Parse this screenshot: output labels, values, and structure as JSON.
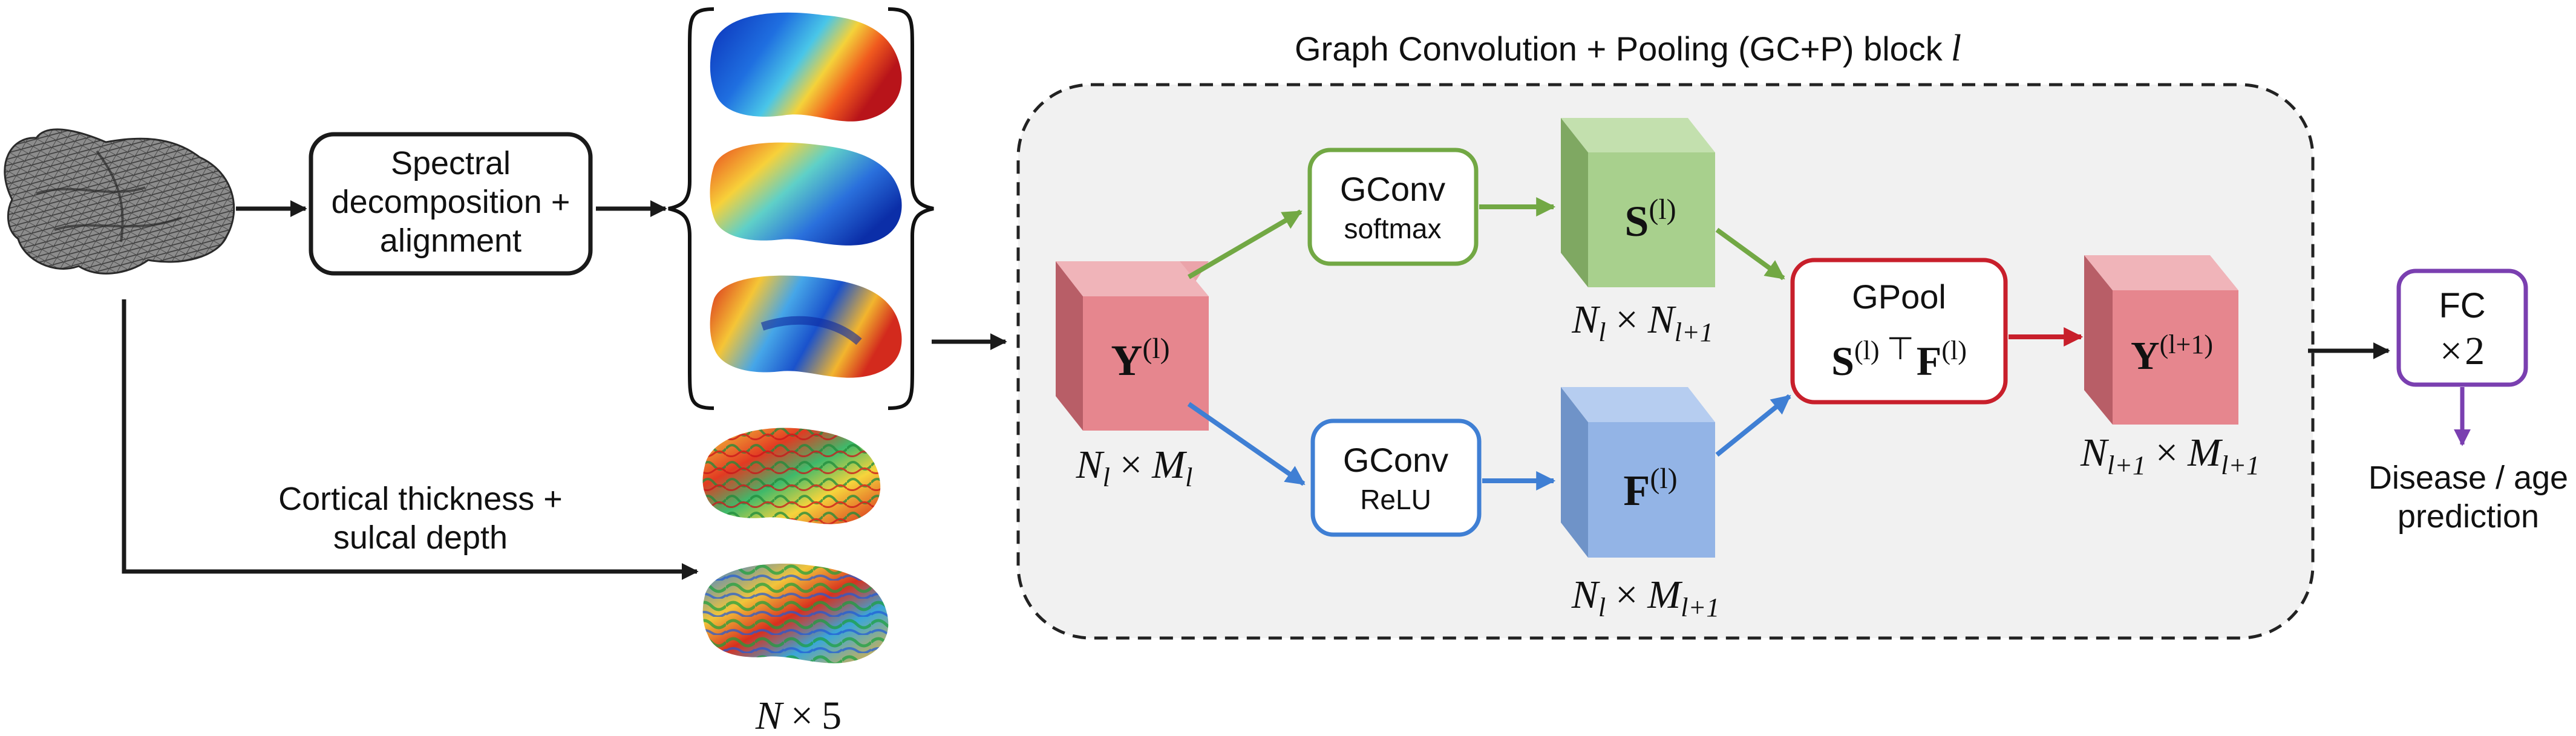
{
  "block_title": "Graph Convolution + Pooling (GC+P) block",
  "block_index": "l",
  "spectral_box": {
    "lines": [
      "Spectral",
      "decomposition +",
      "alignment"
    ]
  },
  "thickness_label": {
    "lines": [
      "Cortical thickness +",
      "sulcal depth"
    ]
  },
  "n_by_5": {
    "n": "N",
    "times": "×",
    "five": "5"
  },
  "gconv_top": {
    "title": "GConv",
    "activation": "softmax"
  },
  "gconv_bottom": {
    "title": "GConv",
    "activation": "ReLU"
  },
  "gpool": {
    "title": "GPool"
  },
  "cube_y": {
    "letter": "Y",
    "sup": "(l)"
  },
  "cube_s": {
    "letter": "S",
    "sup": "(l)"
  },
  "cube_f": {
    "letter": "F",
    "sup": "(l)"
  },
  "cube_y_next": {
    "letter": "Y",
    "sup": "(l+1)"
  },
  "gpool_formula": {
    "s": "S",
    "s_sup": "(l)",
    "transpose": "⊤",
    "f": "F",
    "f_sup": "(l)"
  },
  "dim_y": {
    "a": "N",
    "a_sub": "l",
    "times": "×",
    "b": "M",
    "b_sub": "l"
  },
  "dim_s": {
    "a": "N",
    "a_sub": "l",
    "times": "×",
    "b": "N",
    "b_sub": "l+1"
  },
  "dim_f": {
    "a": "N",
    "a_sub": "l",
    "times": "×",
    "b": "M",
    "b_sub": "l+1"
  },
  "dim_y_next": {
    "a": "N",
    "a_sub": "l+1",
    "times": "×",
    "b": "M",
    "b_sub": "l+1"
  },
  "fc_box": {
    "title": "FC",
    "times": "×",
    "count": "2"
  },
  "output_label": {
    "lines": [
      "Disease / age",
      "prediction"
    ]
  },
  "colors": {
    "green": "#72a844",
    "blue": "#3f7fd4",
    "red": "#c81f2b",
    "purple": "#7a3fb0",
    "cube_red": "#e6868e",
    "cube_green": "#a8d08d",
    "cube_blue": "#93b4e6"
  },
  "icons": [
    "brain-mesh-icon",
    "eigenvector-surface-icon",
    "thickness-surface-icon",
    "sulcal-depth-surface-icon"
  ]
}
